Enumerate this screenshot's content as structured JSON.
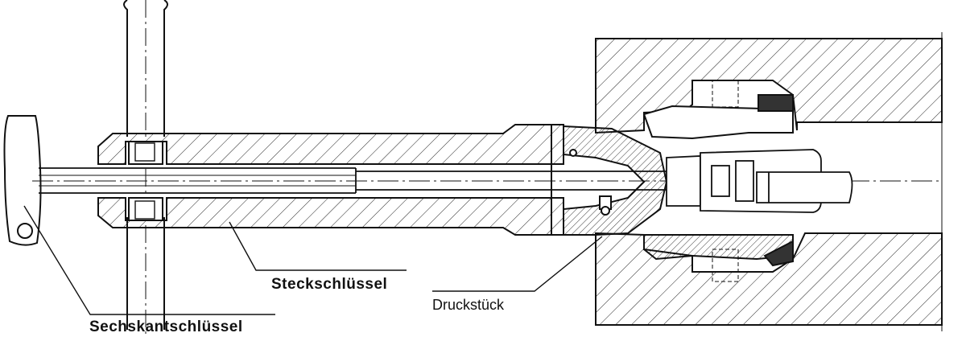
{
  "labels": {
    "steckschluessel": "Steckschlüssel",
    "sechskantschluessel": "Sechskantschlüssel",
    "druckstueck": "Druckstück"
  }
}
